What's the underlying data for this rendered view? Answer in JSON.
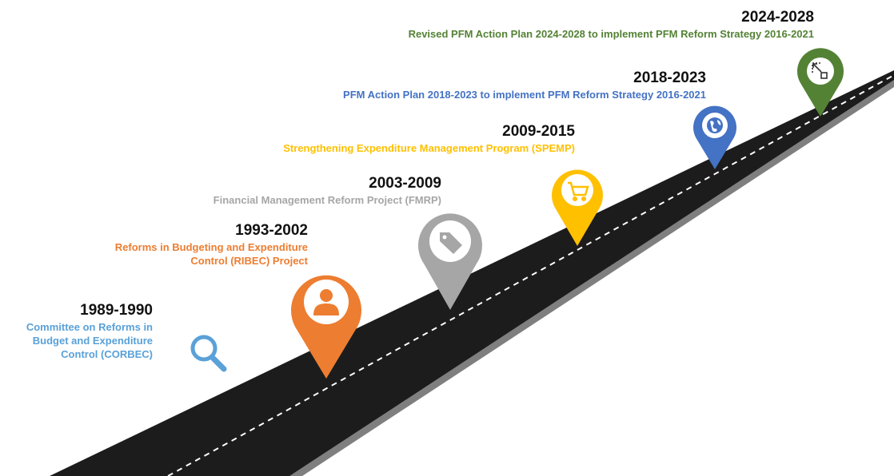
{
  "milestones": [
    {
      "period": "1989-1990",
      "description": "Committee on Reforms in Budget and Expenditure Control (CORBEC)",
      "description_lines": [
        "Committee on Reforms in",
        "Budget and Expenditure",
        "Control (CORBEC)"
      ],
      "color": "#5aa1d8",
      "icon": "magnifier-icon"
    },
    {
      "period": "1993-2002",
      "description": "Reforms in Budgeting and Expenditure Control (RIBEC) Project",
      "description_lines": [
        "Reforms in Budgeting and Expenditure",
        "Control (RIBEC) Project"
      ],
      "color": "#ed7d31",
      "icon": "person-icon"
    },
    {
      "period": "2003-2009",
      "description": "Financial Management Reform Project (FMRP)",
      "description_lines": [
        "Financial Management Reform Project (FMRP)"
      ],
      "color": "#a6a6a6",
      "icon": "price-tag-icon"
    },
    {
      "period": "2009-2015",
      "description": "Strengthening Expenditure Management Program (SPEMP)",
      "description_lines": [
        "Strengthening Expenditure Management Program (SPEMP)"
      ],
      "color": "#ffc000",
      "icon": "shopping-cart-icon"
    },
    {
      "period": "2018-2023",
      "description": "PFM Action Plan 2018-2023 to implement PFM Reform Strategy 2016-2021",
      "description_lines": [
        "PFM Action Plan 2018-2023 to implement PFM Reform Strategy 2016-2021"
      ],
      "color": "#4472c4",
      "icon": "globe-icon"
    },
    {
      "period": "2024-2028",
      "description": "Revised PFM Action Plan 2024-2028 to implement PFM Reform Strategy 2016-2021",
      "description_lines": [
        "Revised PFM Action Plan 2024-2028 to implement PFM Reform Strategy 2016-2021"
      ],
      "color": "#548235",
      "icon": "expand-icon"
    }
  ]
}
